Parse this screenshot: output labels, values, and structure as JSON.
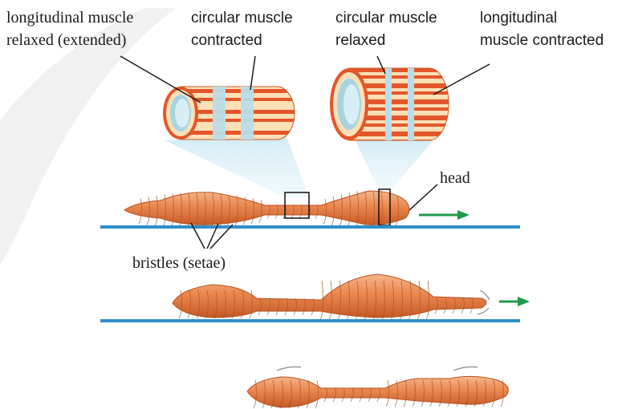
{
  "labels": {
    "longitudinal_relaxed_line1": "longitudinal muscle",
    "longitudinal_relaxed_line2": "relaxed (extended)",
    "circular_contracted_line1": "circular muscle",
    "circular_contracted_line2": "contracted",
    "circular_relaxed_line1": "circular muscle",
    "circular_relaxed_line2": "relaxed",
    "longitudinal_contracted_line1": "longitudinal",
    "longitudinal_contracted_line2": "muscle contracted",
    "head": "head",
    "bristles": "bristles (setae)"
  },
  "colors": {
    "worm_body": "#e9884f",
    "worm_dark": "#c65a25",
    "worm_light": "#f8c39c",
    "muscle_stripe": "#e4562a",
    "muscle_base": "#fbe0b8",
    "circular_band": "#b9dde8",
    "ground_line": "#2f8ec9",
    "arrow": "#1f9a4a",
    "leader_line": "#1a1a1a",
    "zoom_cone": "#cfeaf5"
  },
  "icons": {
    "direction_arrow": "arrow-right-icon"
  }
}
